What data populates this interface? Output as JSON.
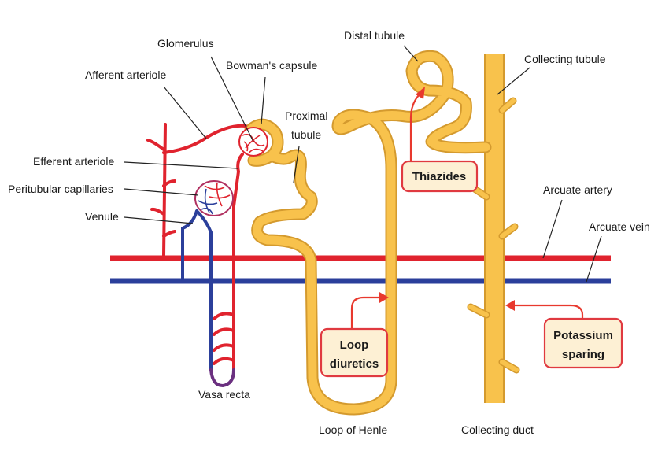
{
  "labels": {
    "glomerulus": "Glomerulus",
    "bowmans_capsule": "Bowman's capsule",
    "afferent_arteriole": "Afferent arteriole",
    "proximal_tubule_1": "Proximal",
    "proximal_tubule_2": "tubule",
    "efferent_arteriole": "Efferent arteriole",
    "peritubular_capillaries": "Peritubular capillaries",
    "venule": "Venule",
    "vasa_recta": "Vasa recta",
    "distal_tubule": "Distal tubule",
    "collecting_tubule": "Collecting tubule",
    "arcuate_artery": "Arcuate artery",
    "arcuate_vein": "Arcuate vein",
    "loop_of_henle": "Loop of Henle",
    "collecting_duct": "Collecting duct"
  },
  "drug_boxes": {
    "thiazides": "Thiazides",
    "loop_diuretics_1": "Loop",
    "loop_diuretics_2": "diuretics",
    "potassium_sparing_1": "Potassium",
    "potassium_sparing_2": "sparing"
  },
  "colors": {
    "artery": "#e0232e",
    "vein": "#2b3f9b",
    "tubule": "#f8c24c",
    "drug_box_fill": "#fdf0d4",
    "drug_box_border": "#e03a40"
  }
}
